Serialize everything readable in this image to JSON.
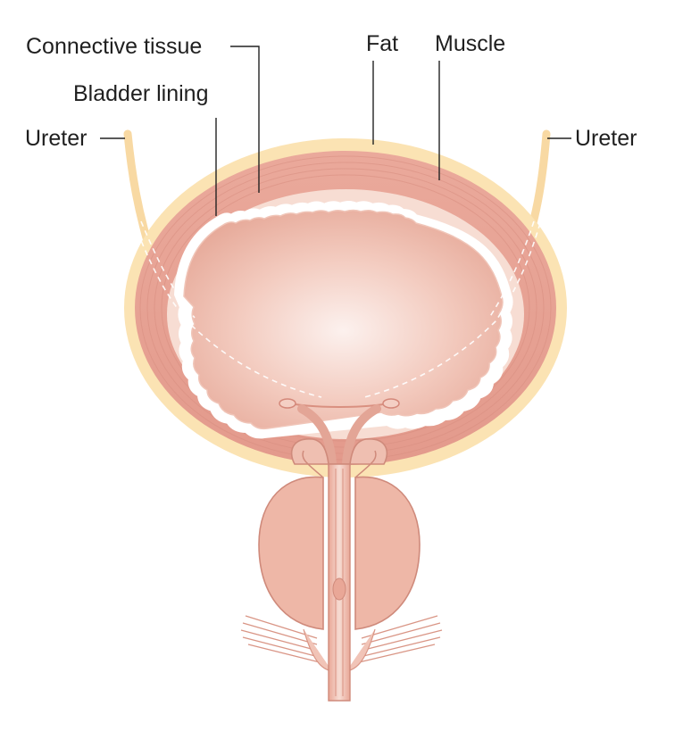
{
  "labels": {
    "connective_tissue": "Connective tissue",
    "bladder_lining": "Bladder lining",
    "ureter_left": "Ureter",
    "ureter_right": "Ureter",
    "fat": "Fat",
    "muscle": "Muscle"
  },
  "colors": {
    "fat": "#fbe3b3",
    "muscle": "#e9a497",
    "muscle_dark": "#d98a7d",
    "lining": "#f6d8cf",
    "interior_center": "#fbeeea",
    "interior_edge": "#eab2a3",
    "prostate": "#eeb7a7",
    "prostate_outline": "#cf8a7b"
  },
  "icons": [
    "bladder-illustration"
  ]
}
